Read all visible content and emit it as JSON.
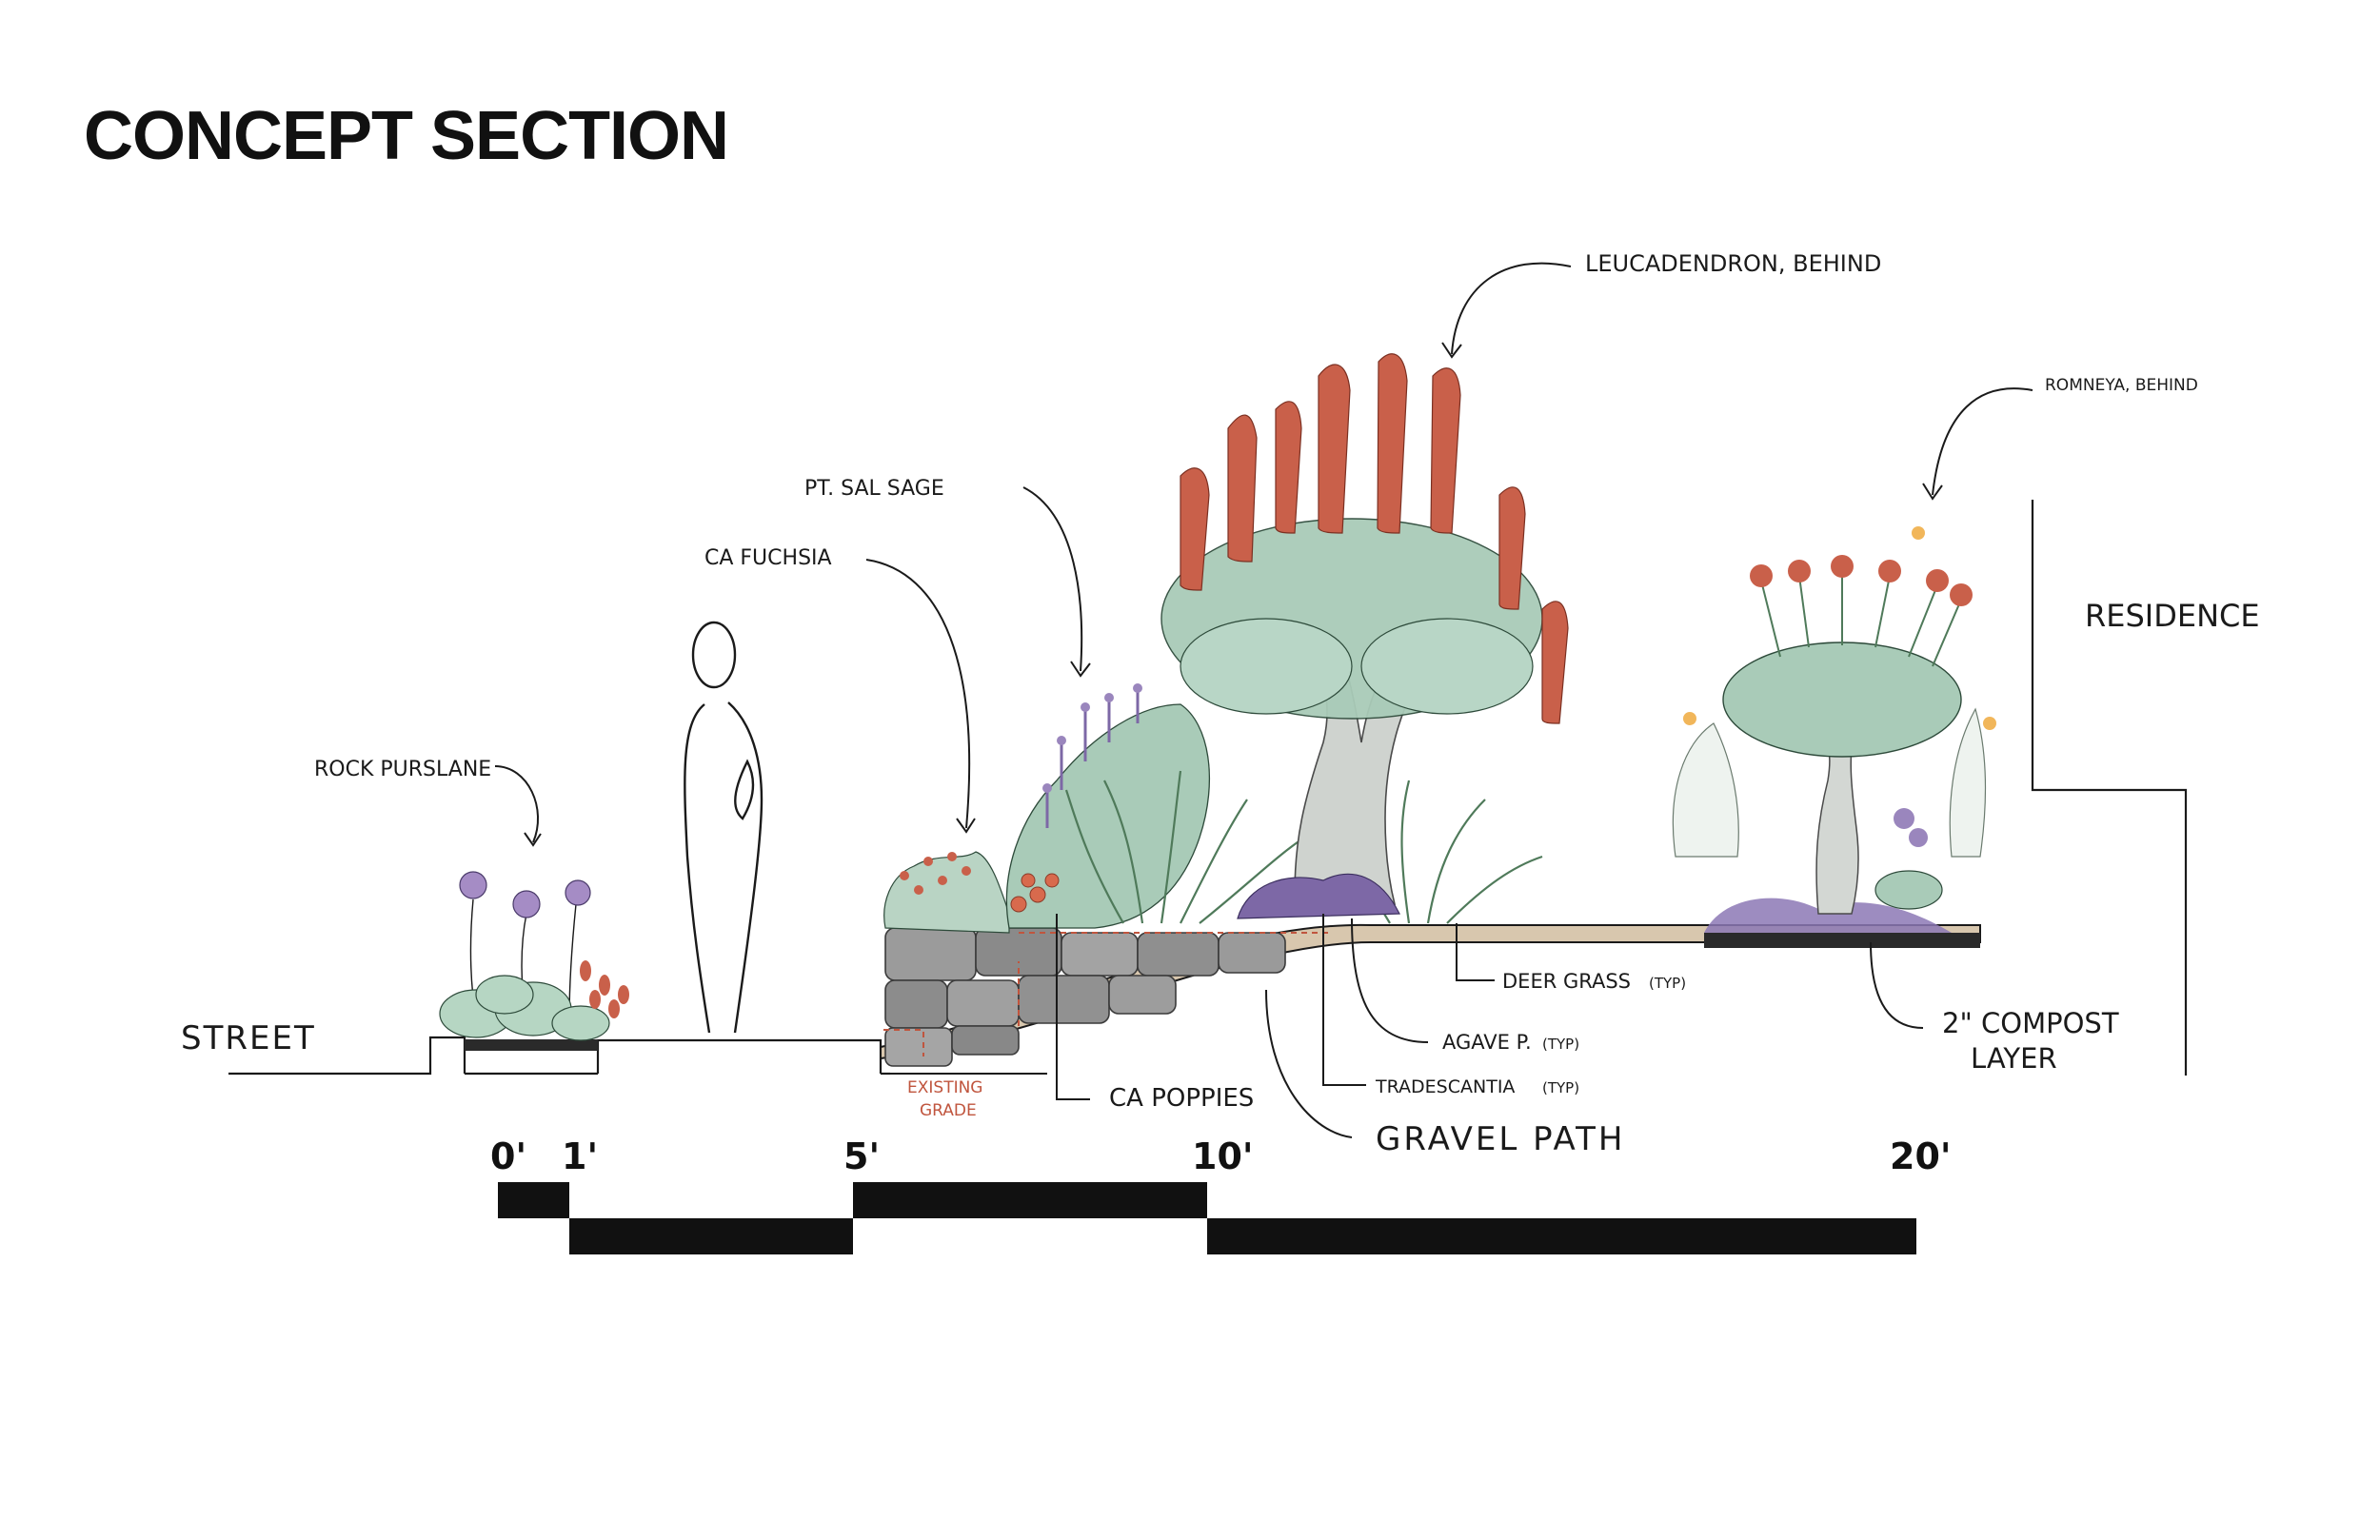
{
  "title": "CONCEPT SECTION",
  "labels": {
    "street": "STREET",
    "rock_purslane": "ROCK PURSLANE",
    "ca_fuchsia": "CA FUCHSIA",
    "pt_sal_sage": "PT. SAL SAGE",
    "leucadendron": "LEUCADENDRON, BEHIND",
    "romneya": "ROMNEYA, BEHIND",
    "residence": "RESIDENCE",
    "deer_grass": "DEER GRASS",
    "deer_grass_note": "(TYP)",
    "agave": "AGAVE P.",
    "agave_note": "(TYP)",
    "tradescantia": "TRADESCANTIA",
    "tradescantia_note": "(TYP)",
    "compost_line1": "2\" COMPOST",
    "compost_line2": "LAYER",
    "ca_poppies": "CA POPPIES",
    "gravel_path": "GRAVEL PATH",
    "existing_grade_line1": "EXISTING",
    "existing_grade_line2": "GRADE"
  },
  "scale_bar": {
    "ticks": [
      "0'",
      "1'",
      "5'",
      "10'",
      "20'"
    ]
  },
  "colors": {
    "ink": "#1a1a1a",
    "sage_green": "#a9cbb8",
    "dark_green": "#5f8f6a",
    "terracotta": "#c9604a",
    "lavender": "#9a86bd",
    "purple": "#7d68a6",
    "stone": "#8d8d8d",
    "gravel": "#d8c7ae",
    "annotation_red": "#c0553e"
  }
}
